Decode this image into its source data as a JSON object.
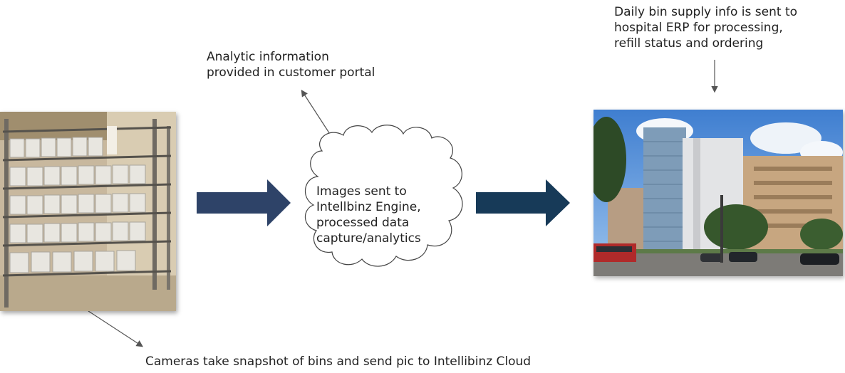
{
  "labels": {
    "analytic_line1": "Analytic information",
    "analytic_line2": "provided in customer portal",
    "erp_line1": "Daily bin supply info is sent to",
    "erp_line2": "hospital ERP for processing,",
    "erp_line3": "refill status and ordering",
    "cameras": "Cameras take snapshot of bins and send pic to Intellibinz Cloud",
    "cloud_line1": "Images sent to",
    "cloud_line2": "Intellbinz Engine,",
    "cloud_line3": "processed data",
    "cloud_line4": "capture/analytics"
  },
  "colors": {
    "arrow_left": "#2e4368",
    "arrow_right": "#173a58",
    "connector": "#555555",
    "cloud_stroke": "#444444"
  },
  "images": {
    "shelf": "photo of wire shelving rack with rows of white supply bins",
    "hospital": "photo of hospital building complex with street, tram and cars under blue sky"
  }
}
